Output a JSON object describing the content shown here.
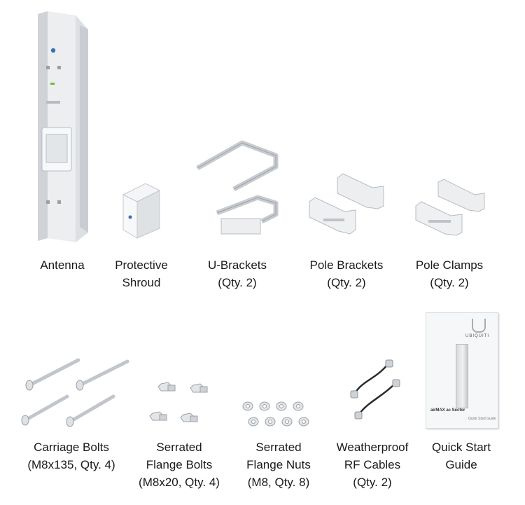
{
  "items": [
    {
      "name": "antenna",
      "lines": [
        "Antenna"
      ]
    },
    {
      "name": "protective-shroud",
      "lines": [
        "Protective",
        "Shroud"
      ]
    },
    {
      "name": "u-brackets",
      "lines": [
        "U-Brackets",
        "(Qty. 2)"
      ]
    },
    {
      "name": "pole-brackets",
      "lines": [
        "Pole Brackets",
        "(Qty. 2)"
      ]
    },
    {
      "name": "pole-clamps",
      "lines": [
        "Pole Clamps",
        "(Qty. 2)"
      ]
    },
    {
      "name": "carriage-bolts",
      "lines": [
        "Carriage Bolts",
        "(M8x135, Qty. 4)"
      ]
    },
    {
      "name": "serrated-flange-bolts",
      "lines": [
        "Serrated",
        "Flange Bolts",
        "(M8x20, Qty. 4)"
      ]
    },
    {
      "name": "serrated-flange-nuts",
      "lines": [
        "Serrated",
        "Flange Nuts",
        "(M8, Qty. 8)"
      ]
    },
    {
      "name": "weatherproof-rf-cables",
      "lines": [
        "Weatherproof",
        "RF Cables",
        "(Qty. 2)"
      ]
    },
    {
      "name": "quick-start-guide",
      "lines": [
        "Quick Start",
        "Guide"
      ]
    }
  ],
  "guide_cover": {
    "brand": "UBIQUITI",
    "product": "airMAX ac Sector",
    "footer": "Quick Start Guide"
  }
}
